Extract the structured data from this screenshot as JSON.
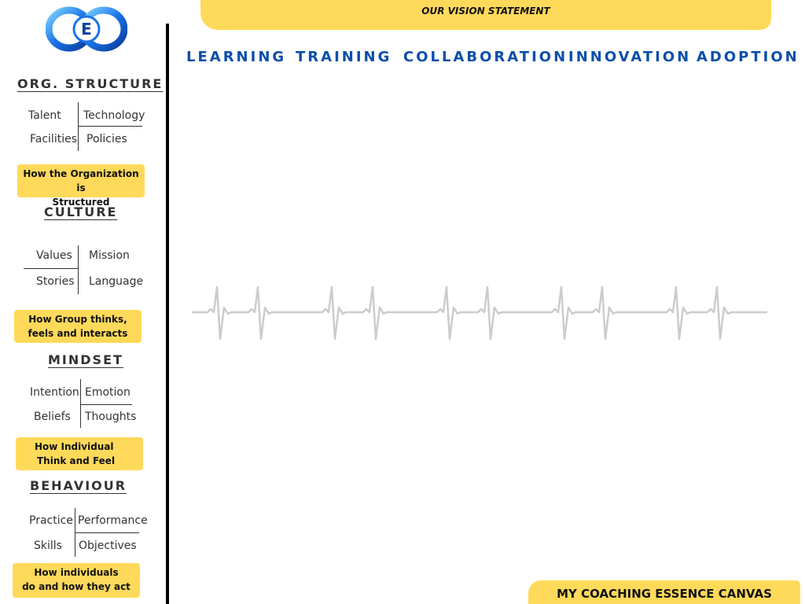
{
  "header": {
    "vision_label": "OUR VISION STATEMENT"
  },
  "nav": {
    "tabs": [
      {
        "label": "LEARNING"
      },
      {
        "label": "TRAINING"
      },
      {
        "label": "COLLABORATION"
      },
      {
        "label": "INNOVATION"
      },
      {
        "label": "ADOPTION"
      }
    ]
  },
  "logo": {
    "letter": "E",
    "icon": "infinity-logo-icon"
  },
  "sections": [
    {
      "title": "ORG. STRUCTURE",
      "cells": [
        "Talent",
        "Technology",
        "Facilities",
        "Policies"
      ],
      "note": [
        "How the Organization is",
        "Structured"
      ]
    },
    {
      "title": "CULTURE",
      "cells": [
        "Values",
        "Mission",
        "Stories",
        "Language"
      ],
      "note": [
        "How Group thinks,",
        "feels and interacts"
      ]
    },
    {
      "title": "MINDSET",
      "cells": [
        "Intention",
        "Emotion",
        "Beliefs",
        "Thoughts"
      ],
      "note": [
        "How Individual",
        "Think and Feel"
      ]
    },
    {
      "title": "BEHAVIOUR",
      "cells": [
        "Practice",
        "Performance",
        "Skills",
        "Objectives"
      ],
      "note": [
        "How individuals",
        "do and how they act"
      ]
    }
  ],
  "footer": {
    "canvas_title": "MY COACHING ESSENCE CANVAS"
  },
  "colors": {
    "accent_yellow": "#ffd95a",
    "nav_blue": "#0b4fa8",
    "heartbeat_gray": "#cccccc"
  }
}
